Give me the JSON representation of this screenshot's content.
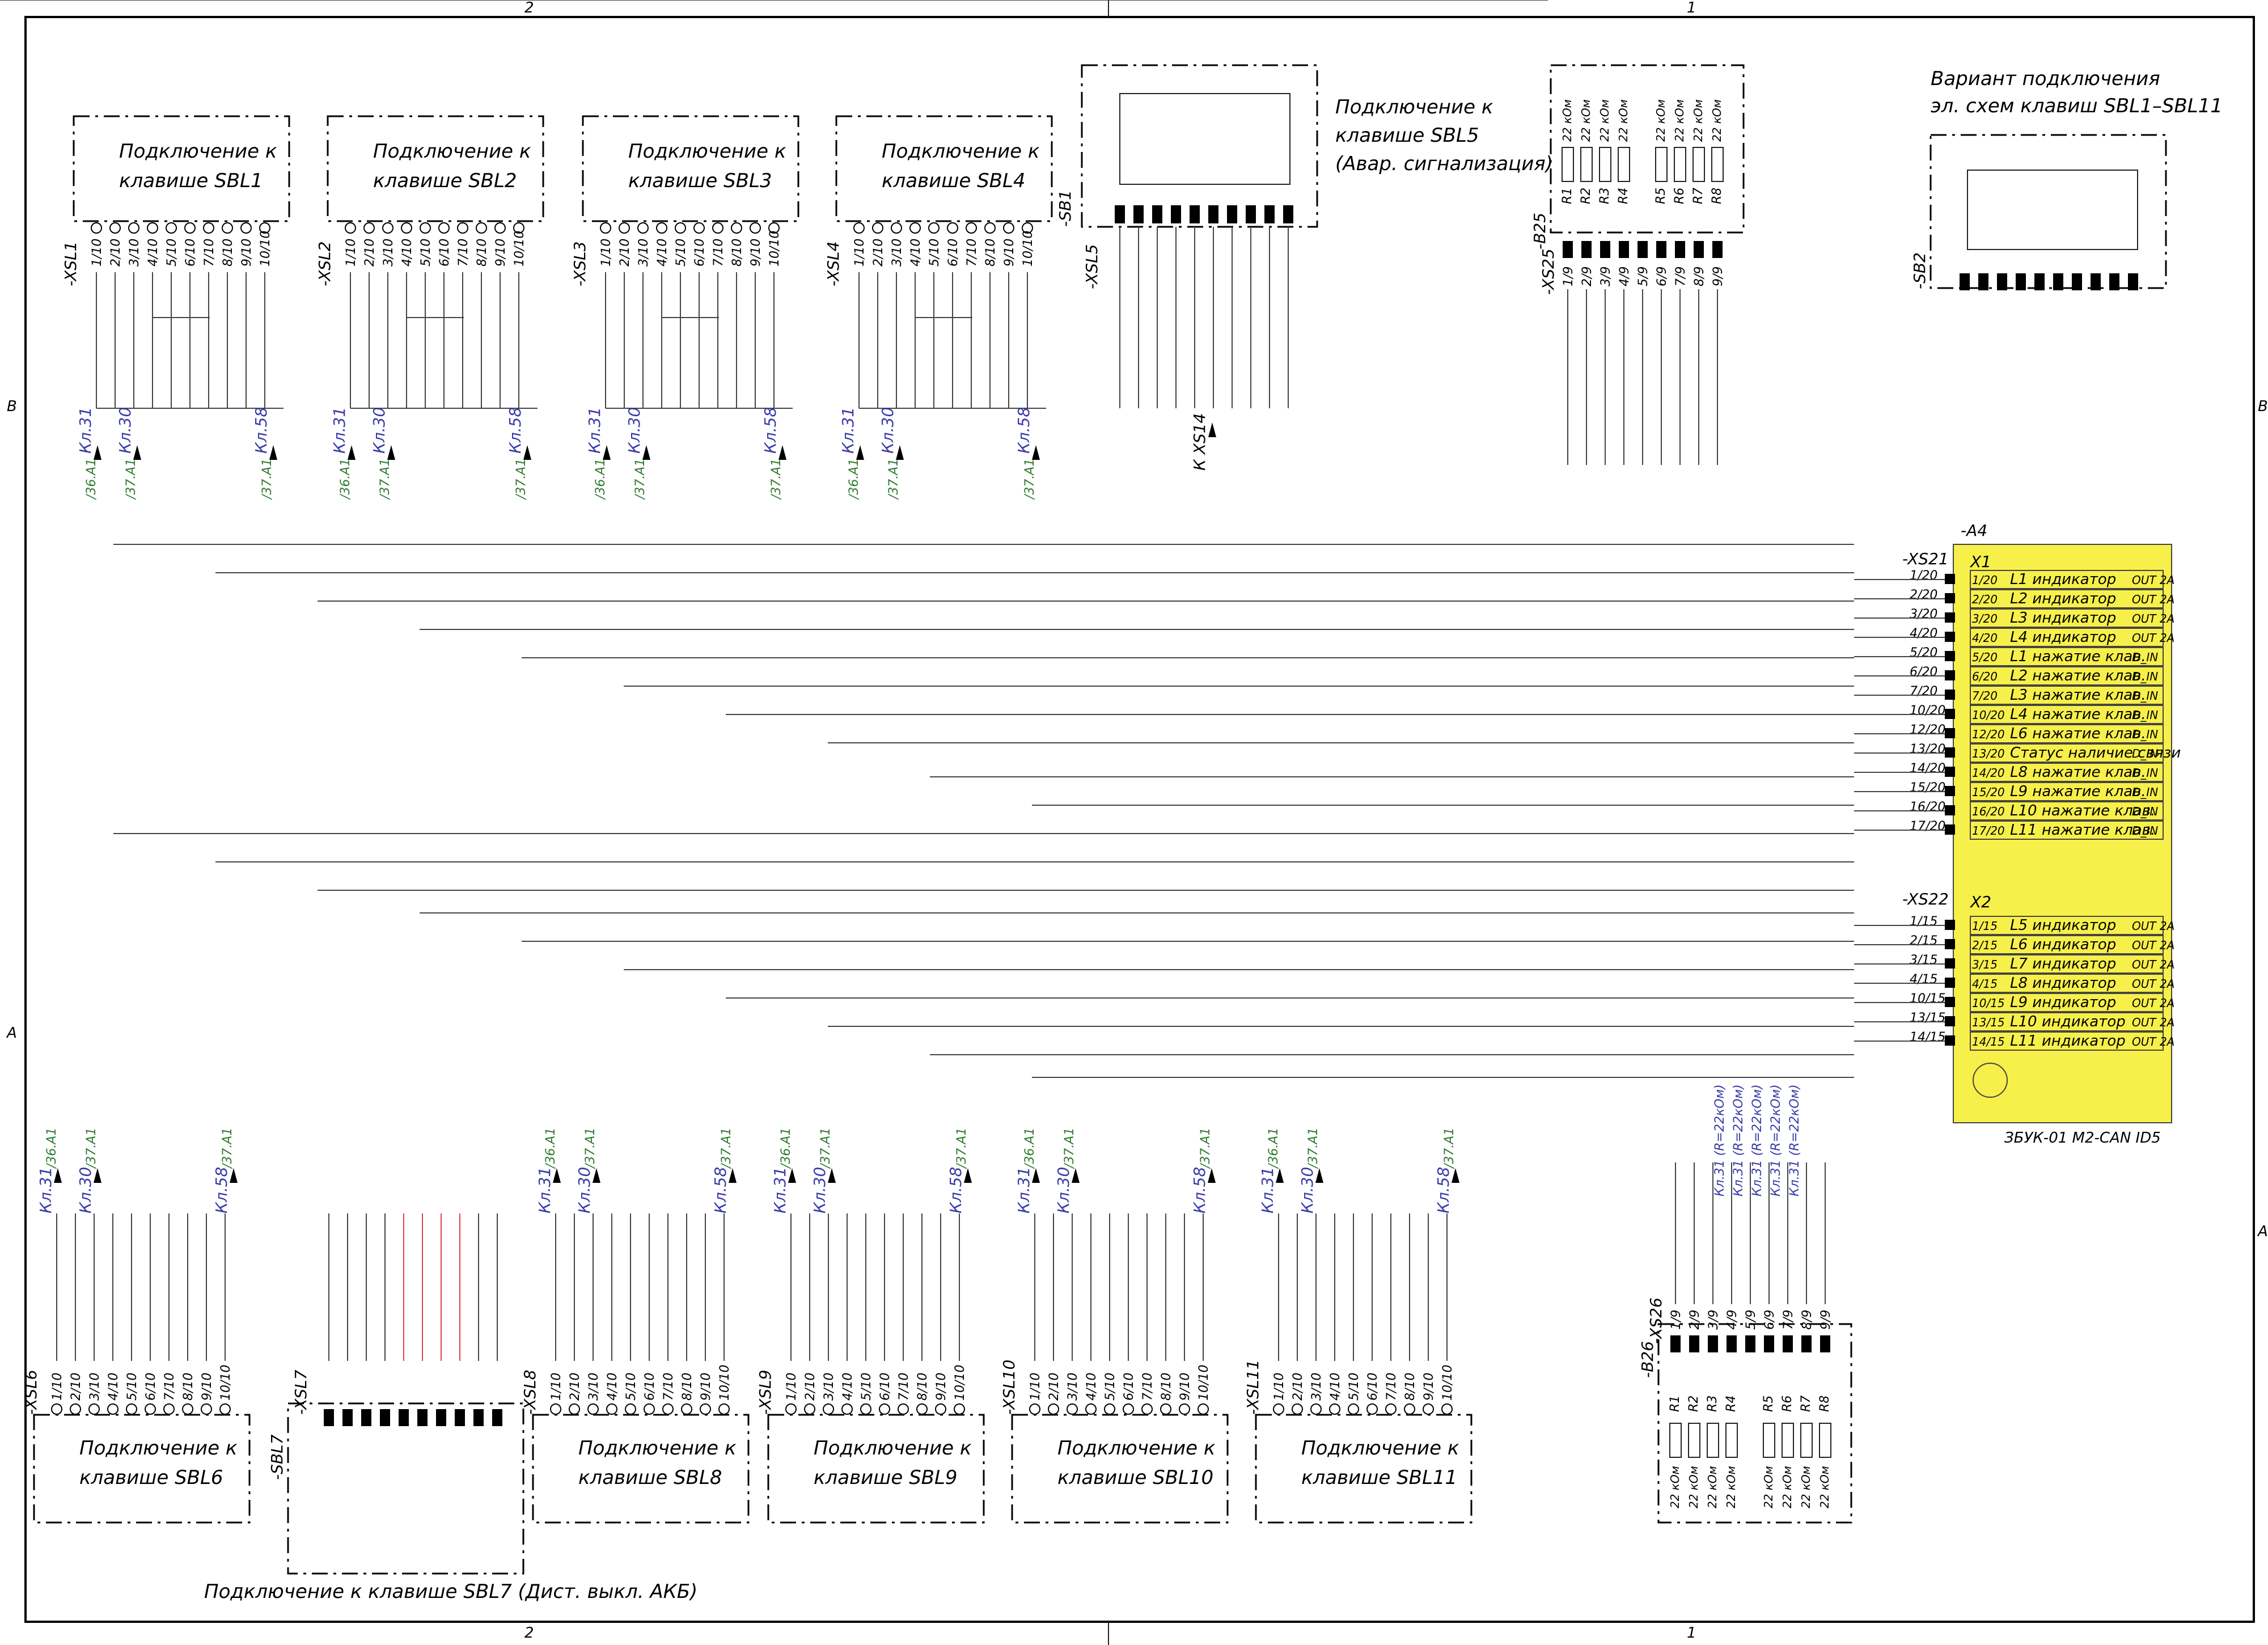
{
  "frame": {
    "zones_top": [
      "2",
      "1"
    ],
    "zones_bottom": [
      "2",
      "1"
    ],
    "zones_side": [
      "B",
      "A"
    ]
  },
  "title_variant": [
    "Вариант подключения",
    "эл. схем клавиш SBL1–SBL11"
  ],
  "top_blocks": [
    {
      "lines": [
        "Подключение к",
        "клавише SBL1"
      ],
      "connector": "-XSL1"
    },
    {
      "lines": [
        "Подключение к",
        "клавише SBL2"
      ],
      "connector": "-XSL2"
    },
    {
      "lines": [
        "Подключение к",
        "клавише SBL3"
      ],
      "connector": "-XSL3"
    },
    {
      "lines": [
        "Подключение к",
        "клавише SBL4"
      ],
      "connector": "-XSL4"
    }
  ],
  "sbl5": {
    "lines": [
      "Подключение к",
      "клавише SBL5",
      "(Авар. сигнализация)"
    ],
    "connector": "-XSL5",
    "switch": "-SB1",
    "target": "К XS14"
  },
  "bottom_blocks": [
    {
      "lines": [
        "Подключение к",
        "клавише SBL6"
      ],
      "connector": "-XSL6"
    },
    {
      "lines": [
        "Подключение к",
        "клавише SBL8"
      ],
      "connector": "-XSL8"
    },
    {
      "lines": [
        "Подключение к",
        "клавише SBL9"
      ],
      "connector": "-XSL9"
    },
    {
      "lines": [
        "Подключение к",
        "клавише SBL10"
      ],
      "connector": "-XSL10"
    },
    {
      "lines": [
        "Подключение к",
        "клавише SBL11"
      ],
      "connector": "-XSL11"
    }
  ],
  "sbl7": {
    "caption": "Подключение к клавише SBL7 (Дист. выкл. АКБ)",
    "connector": "-XSL7",
    "switch": "-SBL7"
  },
  "pins10": [
    "1/10",
    "2/10",
    "3/10",
    "4/10",
    "5/10",
    "6/10",
    "7/10",
    "8/10",
    "9/10",
    "10/10"
  ],
  "pins9": [
    "1/9",
    "2/9",
    "3/9",
    "4/9",
    "5/9",
    "6/9",
    "7/9",
    "8/9",
    "9/9"
  ],
  "kl_labels": [
    "Кл.31",
    "Кл.30",
    "Кл.58"
  ],
  "addr_labels": [
    "/36.A1",
    "/37.A1",
    "/37.A1"
  ],
  "b25": {
    "ref": "-B25",
    "connector": "-XS25",
    "resistors": [
      "R1",
      "R2",
      "R3",
      "R4",
      "R5",
      "R6",
      "R7",
      "R8"
    ],
    "value": "22 кОм"
  },
  "b26": {
    "ref": "-B26",
    "connector": "-XS26",
    "resistors": [
      "R1",
      "R2",
      "R3",
      "R4",
      "R5",
      "R6",
      "R7",
      "R8"
    ],
    "value": "22 кОм"
  },
  "sb2": {
    "ref": "-SB2"
  },
  "module": {
    "ref": "-A4",
    "name": "ЗБУК-01 М2-CAN ID5",
    "x1": {
      "label": "X1",
      "connector": "-XS21",
      "rows": [
        {
          "pin": "1/20",
          "sig": "L1 индикатор",
          "type": "OUT 2A"
        },
        {
          "pin": "2/20",
          "sig": "L2 индикатор",
          "type": "OUT 2A"
        },
        {
          "pin": "3/20",
          "sig": "L3 индикатор",
          "type": "OUT 2A"
        },
        {
          "pin": "4/20",
          "sig": "L4 индикатор",
          "type": "OUT 2A"
        },
        {
          "pin": "5/20",
          "sig": "L1 нажатие клав.",
          "type": "D_IN"
        },
        {
          "pin": "6/20",
          "sig": "L2 нажатие клав.",
          "type": "D_IN"
        },
        {
          "pin": "7/20",
          "sig": "L3 нажатие клав.",
          "type": "D_IN"
        },
        {
          "pin": "10/20",
          "sig": "L4 нажатие клав.",
          "type": "D_IN"
        },
        {
          "pin": "12/20",
          "sig": "L6 нажатие клав.",
          "type": "D_IN"
        },
        {
          "pin": "13/20",
          "sig": "Статус наличие связи",
          "type": "D_IN"
        },
        {
          "pin": "14/20",
          "sig": "L8 нажатие клав.",
          "type": "D_IN"
        },
        {
          "pin": "15/20",
          "sig": "L9 нажатие клав.",
          "type": "D_IN"
        },
        {
          "pin": "16/20",
          "sig": "L10 нажатие клав.",
          "type": "D_IN"
        },
        {
          "pin": "17/20",
          "sig": "L11 нажатие клав.",
          "type": "D_IN"
        }
      ]
    },
    "x2": {
      "label": "X2",
      "connector": "-XS22",
      "rows": [
        {
          "pin": "1/15",
          "sig": "L5 индикатор",
          "type": "OUT 2A"
        },
        {
          "pin": "2/15",
          "sig": "L6 индикатор",
          "type": "OUT 2A"
        },
        {
          "pin": "3/15",
          "sig": "L7 индикатор",
          "type": "OUT 2A"
        },
        {
          "pin": "4/15",
          "sig": "L8 индикатор",
          "type": "OUT 2A"
        },
        {
          "pin": "10/15",
          "sig": "L9 индикатор",
          "type": "OUT 2A"
        },
        {
          "pin": "13/15",
          "sig": "L10 индикатор",
          "type": "OUT 2A"
        },
        {
          "pin": "14/15",
          "sig": "L11 индикатор",
          "type": "OUT 2A"
        }
      ]
    }
  },
  "wire_right_labels": [
    "Кл.31 (R=22кОм)",
    "Кл.31 (R=22кОм)",
    "Кл.31 (R=22кОм)",
    "Кл.31 (R=22кОм)",
    "Кл.31 (R=22кОм)"
  ],
  "colors": {
    "module_fill": "#f7f04a",
    "kl_label": "#3a3aa8",
    "addr_label": "#2f7a2f"
  }
}
